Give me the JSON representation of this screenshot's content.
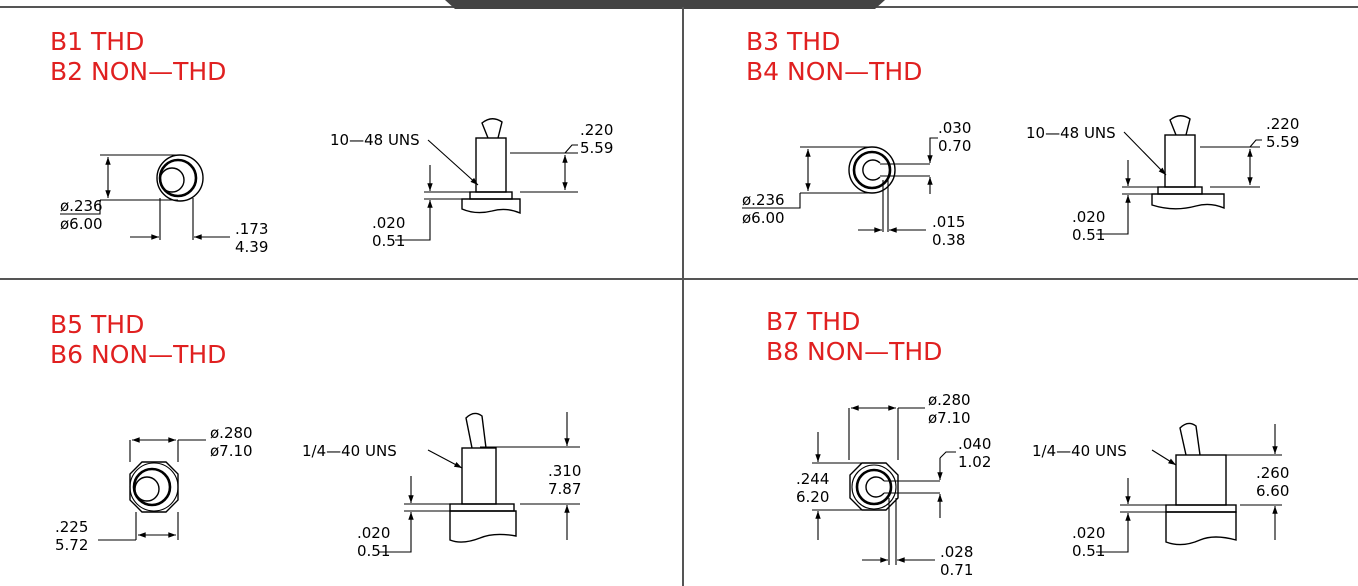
{
  "colors": {
    "title_red": "#e02020",
    "frame": "#555555"
  },
  "panels": [
    {
      "title_line1": "B1  THD",
      "title_line2": "B2  NON—THD",
      "end_dia_in": "ø.236",
      "end_dia_mm": "ø6.00",
      "end_width_in": ".173",
      "end_width_mm": "4.39",
      "thread": "10—48  UNS",
      "height_in": ".220",
      "height_mm": "5.59",
      "base_in": ".020",
      "base_mm": "0.51"
    },
    {
      "title_line1": "B3  THD",
      "title_line2": "B4  NON—THD",
      "end_dia_in": "ø.236",
      "end_dia_mm": "ø6.00",
      "slot_in": ".030",
      "slot_mm": "0.70",
      "gap_in": ".015",
      "gap_mm": "0.38",
      "thread": "10—48  UNS",
      "height_in": ".220",
      "height_mm": "5.59",
      "base_in": ".020",
      "base_mm": "0.51"
    },
    {
      "title_line1": "B5  THD",
      "title_line2": "B6  NON—THD",
      "end_dia_in": "ø.280",
      "end_dia_mm": "ø7.10",
      "end_width_in": ".225",
      "end_width_mm": "5.72",
      "thread": "1/4—40  UNS",
      "height_in": ".310",
      "height_mm": "7.87",
      "base_in": ".020",
      "base_mm": "0.51"
    },
    {
      "title_line1": "B7  THD",
      "title_line2": "B8  NON—THD",
      "end_dia_in": "ø.280",
      "end_dia_mm": "ø7.10",
      "end_height_in": ".244",
      "end_height_mm": "6.20",
      "slot_in": ".040",
      "slot_mm": "1.02",
      "gap_in": ".028",
      "gap_mm": "0.71",
      "thread": "1/4—40  UNS",
      "height_in": ".260",
      "height_mm": "6.60",
      "base_in": ".020",
      "base_mm": "0.51"
    }
  ]
}
